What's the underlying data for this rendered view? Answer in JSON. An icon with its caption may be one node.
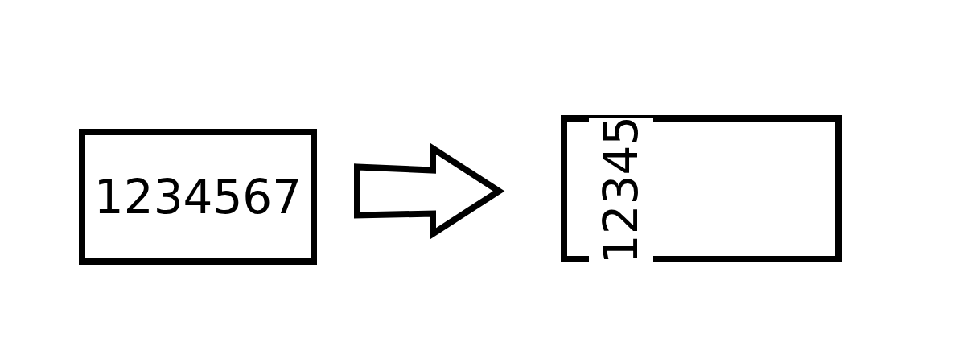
{
  "diagram": {
    "nodes": [
      {
        "text": [
          "1234567"
        ]
      },
      {
        "text": [
          "12345"
        ]
      }
    ],
    "edges": [
      {
        "from": 0,
        "to": 1,
        "arrow": "to"
      }
    ]
  }
}
